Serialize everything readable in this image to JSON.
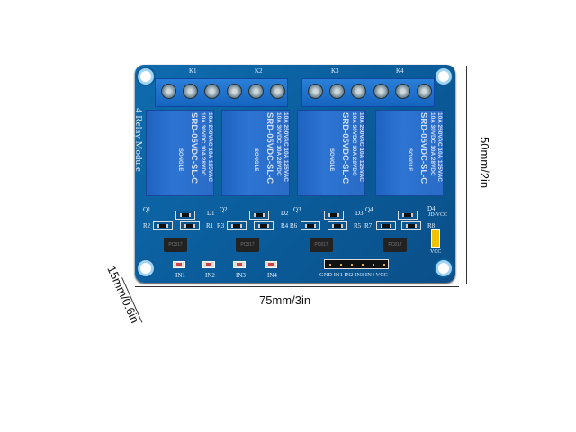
{
  "dimensions": {
    "width": "75mm/3in",
    "height": "50mm/2in",
    "depth": "15mm/0.6in"
  },
  "board": {
    "title": "4 Relay Module",
    "color": "#0a5a98",
    "relay_labels": [
      "K1",
      "K2",
      "K3",
      "K4"
    ],
    "relay": {
      "rating1": "10A 250VAC  10A 125VAC",
      "rating2": "10A 30VDC  10A 28VDC",
      "model": "SRD-05VDC-SL-C",
      "brand": "SONGLE"
    },
    "transistors": [
      "Q1",
      "Q2",
      "Q3",
      "Q4"
    ],
    "diodes": [
      "D1",
      "D2",
      "D3",
      "D4"
    ],
    "resistors": [
      "R1",
      "R2",
      "R3",
      "R4",
      "R5",
      "R6",
      "R7",
      "R8"
    ],
    "optocoupler": "PC817",
    "leds": [
      "IN1",
      "IN2",
      "IN3",
      "IN4"
    ],
    "header_pins": "GND IN1 IN2 IN3 IN4 VCC",
    "jumper_top": "JD-VCC",
    "jumper_bottom": "VCC"
  }
}
